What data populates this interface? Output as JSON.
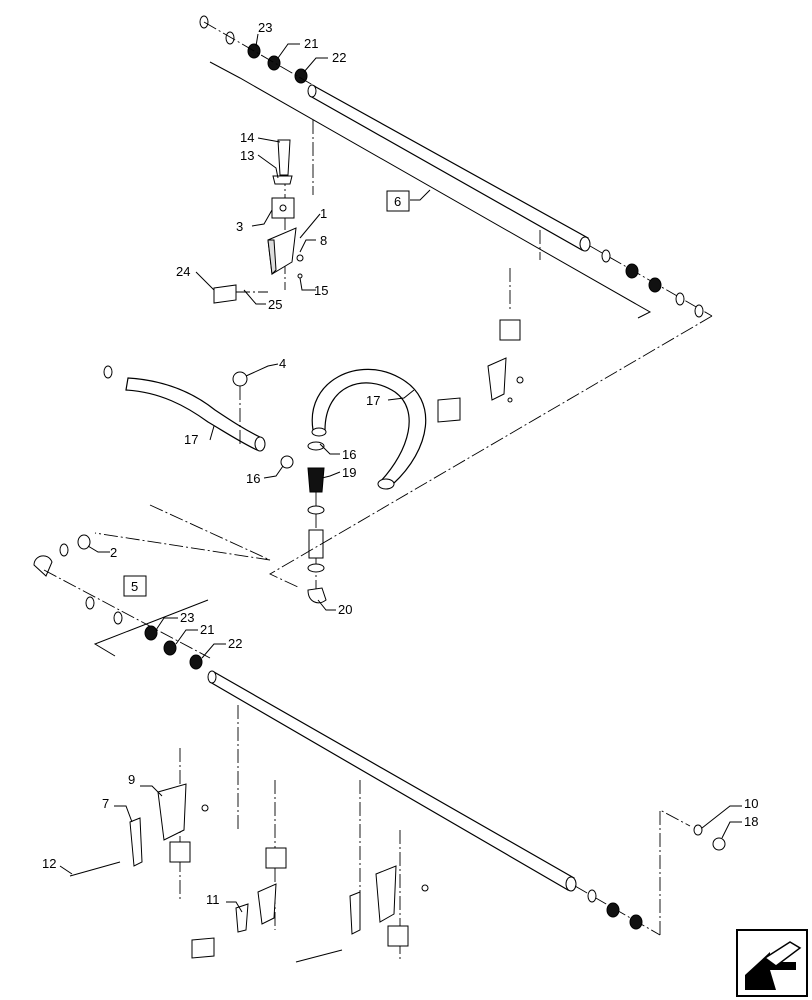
{
  "callouts": {
    "c1": "1",
    "c2": "2",
    "c3": "3",
    "c4": "4",
    "c5": "5",
    "c6": "6",
    "c7": "7",
    "c8": "8",
    "c9": "9",
    "c10": "10",
    "c11": "11",
    "c12": "12",
    "c13": "13",
    "c14": "14",
    "c15": "15",
    "c16a": "16",
    "c16b": "16",
    "c17a": "17",
    "c17b": "17",
    "c18": "18",
    "c19": "19",
    "c20": "20",
    "c21a": "21",
    "c21b": "21",
    "c22a": "22",
    "c22b": "22",
    "c23a": "23",
    "c23b": "23",
    "c24": "24",
    "c25": "25"
  },
  "icons": {
    "corner": "next-page-arrow-icon"
  }
}
